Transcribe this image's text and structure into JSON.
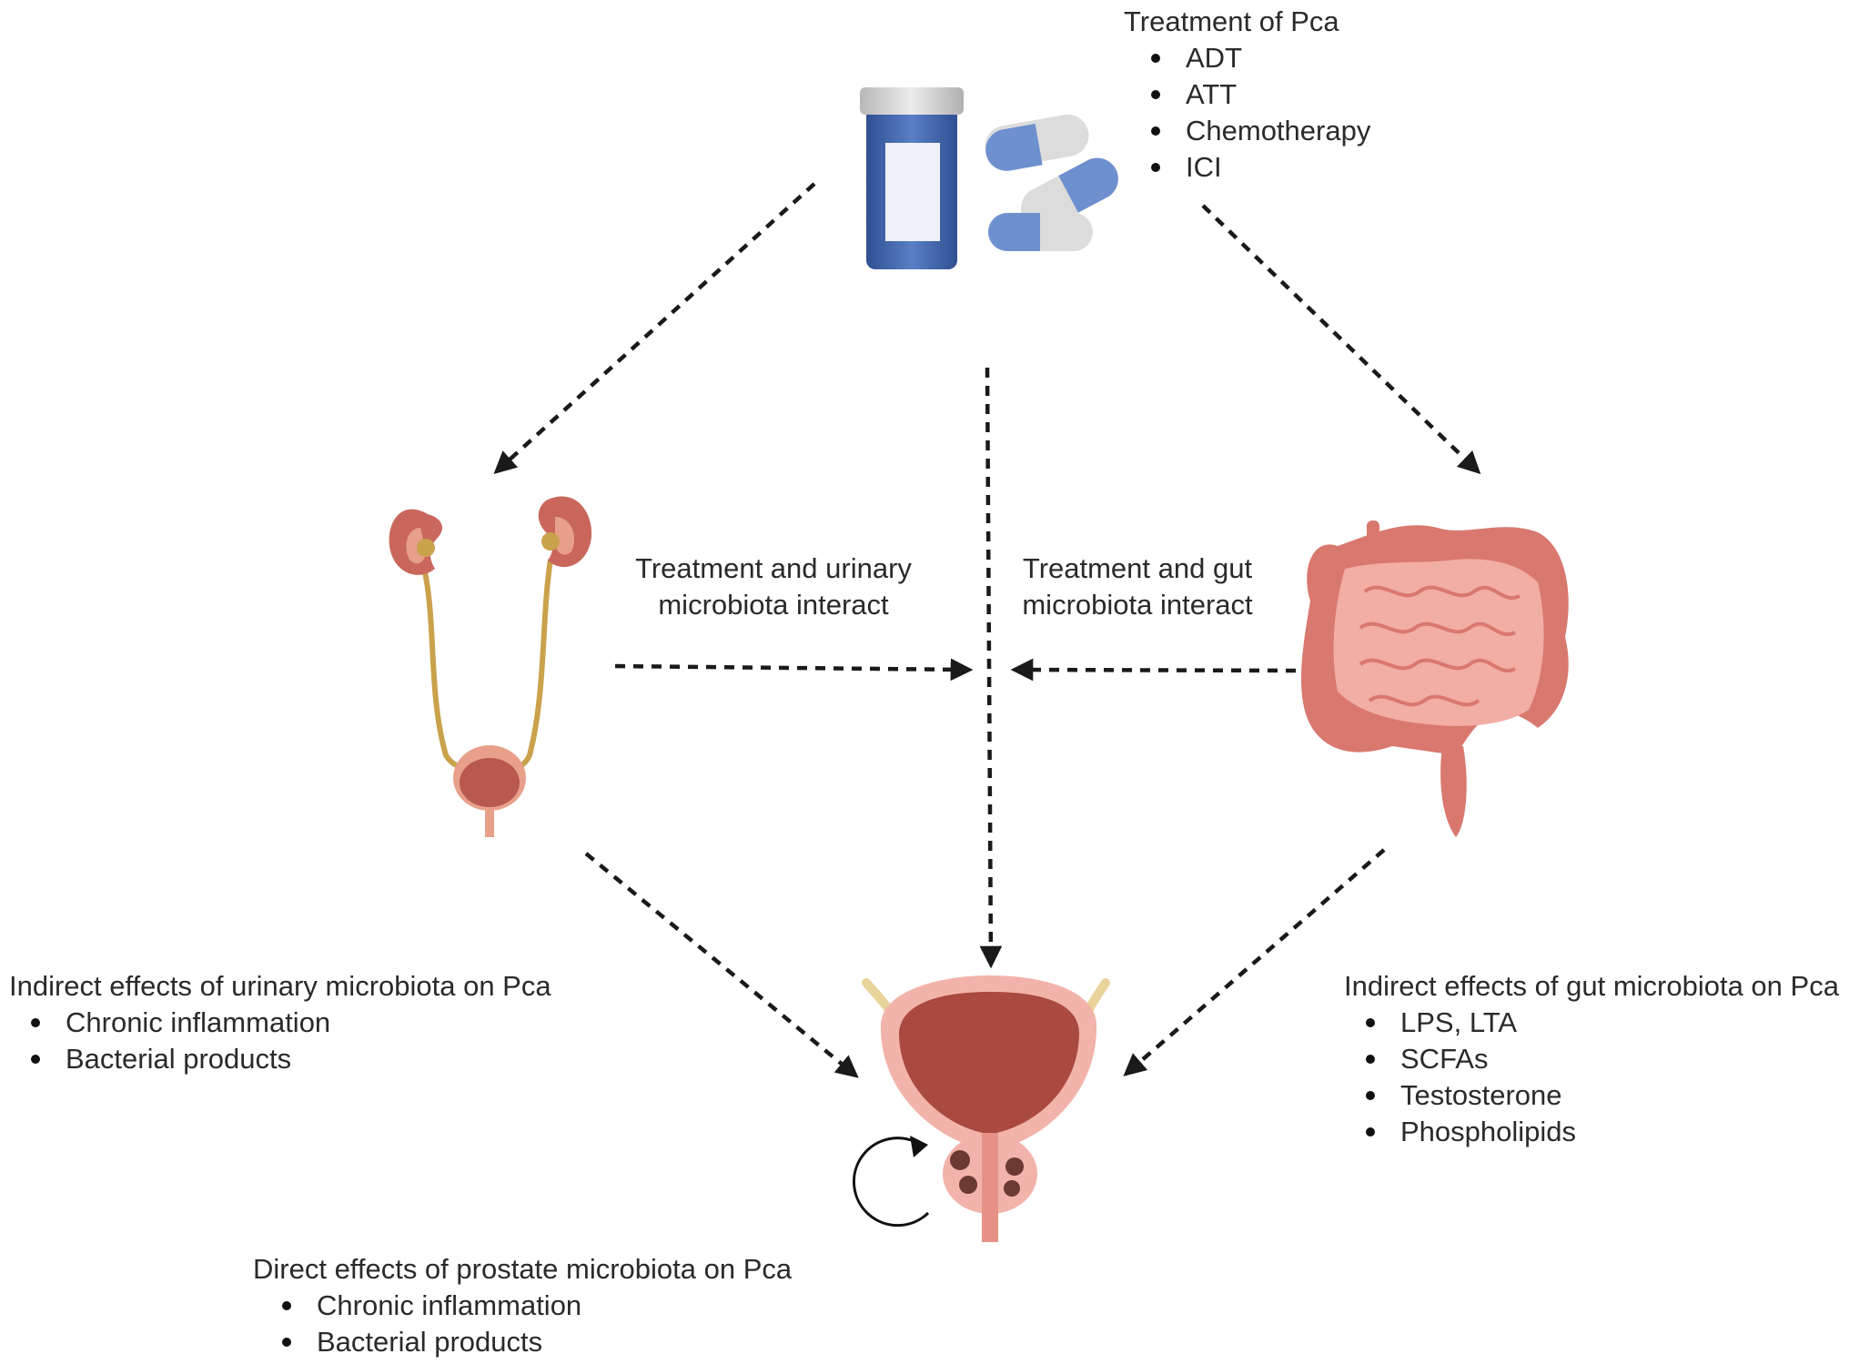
{
  "treatment": {
    "title": "Treatment of Pca",
    "items": [
      "ADT",
      "ATT",
      "Chemotherapy",
      "ICI"
    ]
  },
  "urinary_interaction": {
    "line1": "Treatment and urinary",
    "line2": "microbiota interact"
  },
  "gut_interaction": {
    "line1": "Treatment and gut",
    "line2": "microbiota interact"
  },
  "urinary_effects": {
    "title": "Indirect effects of urinary microbiota on Pca",
    "items": [
      "Chronic inflammation",
      "Bacterial products"
    ]
  },
  "gut_effects": {
    "title": "Indirect effects of gut microbiota on Pca",
    "items": [
      "LPS, LTA",
      "SCFAs",
      "Testosterone",
      "Phospholipids"
    ]
  },
  "prostate_effects": {
    "title": "Direct effects of prostate microbiota on Pca",
    "items": [
      "Chronic inflammation",
      "Bacterial products"
    ]
  },
  "colors": {
    "arrow": "#1a1a1a",
    "pill_blue": "#6f90cf",
    "bottle_blue": "#3f63a8",
    "kidney": "#c9675c",
    "ureter": "#c9a24b",
    "bladder": "#b9584f",
    "gut": "#e8948c",
    "prostate": "#f2b3aa"
  }
}
